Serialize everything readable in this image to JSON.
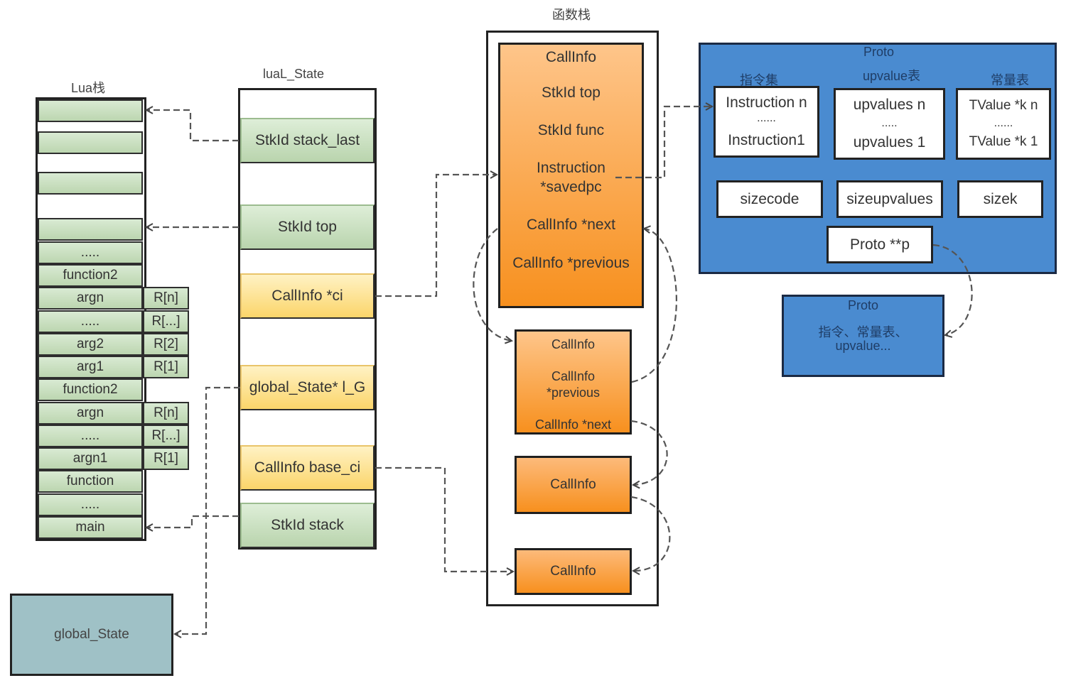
{
  "headers": {
    "lua_stack": "Lua栈",
    "lual_state": "luaL_State",
    "func_stack": "函数栈"
  },
  "lua_stack": {
    "cells": [
      "",
      "",
      "",
      "",
      ".....",
      "function2",
      "argn",
      ".....",
      "arg2",
      "arg1",
      "function2",
      "argn",
      ".....",
      "argn1",
      "function",
      ".....",
      "main"
    ],
    "registers": [
      "R[n]",
      "R[...]",
      "R[2]",
      "R[1]",
      "R[n]",
      "R[...]",
      "R[1]"
    ]
  },
  "state": {
    "stack_last": "StkId stack_last",
    "top": "StkId top",
    "ci": "CallInfo *ci",
    "l_g": "global_State* l_G",
    "base_ci": "CallInfo base_ci",
    "stack": "StkId stack"
  },
  "callinfo_main": {
    "title": "CallInfo",
    "top": "StkId top",
    "func": "StkId func",
    "savedpc_1": "Instruction",
    "savedpc_2": "*savedpc",
    "next": "CallInfo  *next",
    "previous": "CallInfo *previous"
  },
  "callinfo_2": {
    "title": "CallInfo",
    "previous_1": "CallInfo",
    "previous_2": "*previous",
    "next": "CallInfo  *next"
  },
  "callinfo_3": "CallInfo",
  "callinfo_4": "CallInfo",
  "proto": {
    "title": "Proto",
    "instr_header": "指令集",
    "upval_header": "upvalue表",
    "const_header": "常量表",
    "instr": [
      "Instruction n",
      "......",
      "Instruction1"
    ],
    "upvals": [
      "upvalues n",
      ".....",
      "upvalues 1"
    ],
    "consts": [
      "TValue *k n",
      "......",
      "TValue *k 1"
    ],
    "sizecode": "sizecode",
    "sizeupvalues": "sizeupvalues",
    "sizek": "sizek",
    "p": "Proto **p"
  },
  "proto_small": {
    "title": "Proto",
    "line1": "指令、常量表、",
    "line2": "upvalue..."
  },
  "global_state": "global_State",
  "colors": {
    "green": "#cfe2c6",
    "yellow": "#fbd56a",
    "orange": "#f7901e",
    "blue": "#4a8bd0",
    "teal": "#9fc1c6"
  }
}
